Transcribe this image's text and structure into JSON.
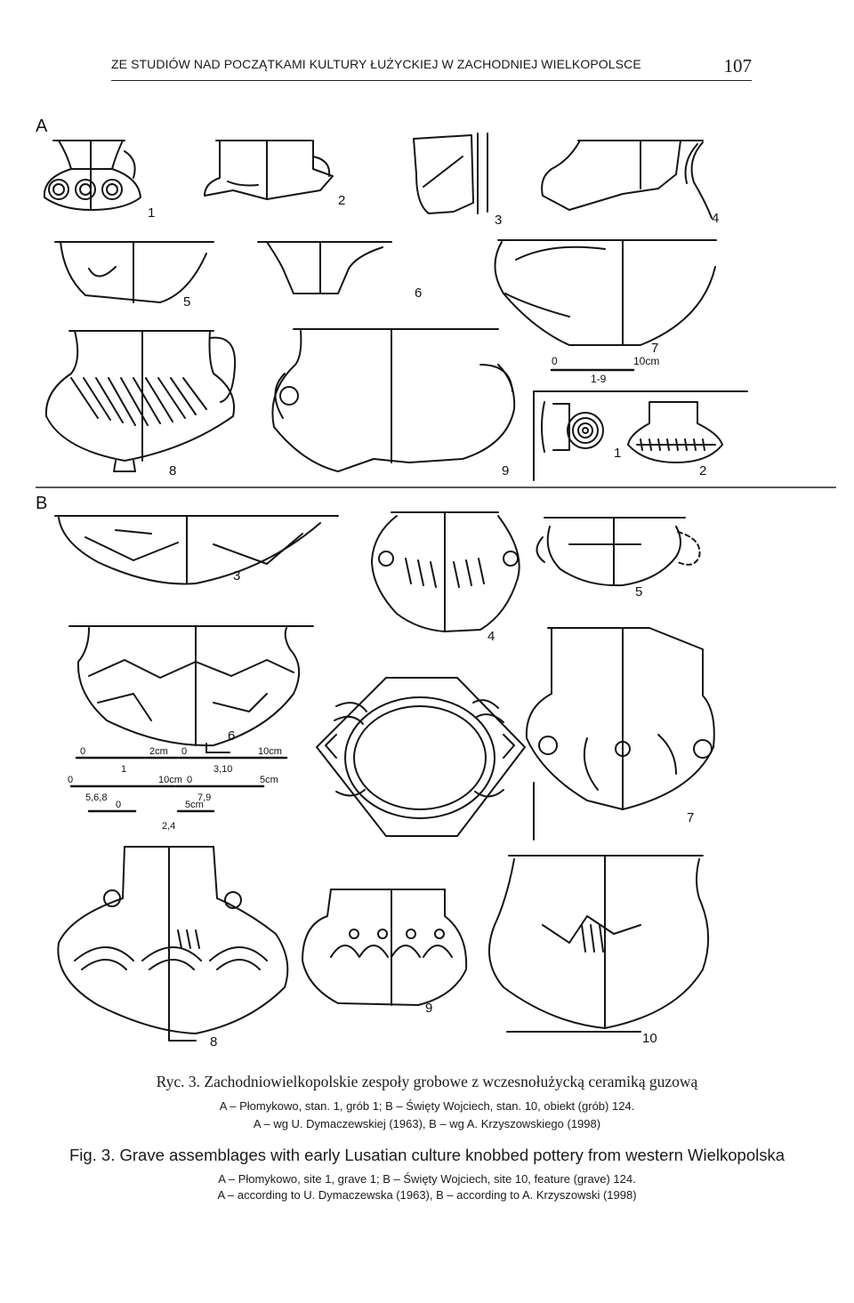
{
  "header": {
    "running_title": "ZE STUDIÓW NAD POCZĄTKAMI KULTURY ŁUŻYCKIEJ W ZACHODNIEJ WIELKOPOLSCE",
    "page_number": "107"
  },
  "figure": {
    "panel_a_label": "A",
    "panel_b_label": "B",
    "panel_a_numbers": [
      "1",
      "2",
      "3",
      "4",
      "5",
      "6",
      "7",
      "8",
      "9"
    ],
    "panel_a_inset_numbers": [
      "1",
      "2"
    ],
    "panel_b_numbers": [
      "3",
      "4",
      "5",
      "6",
      "7",
      "8",
      "9",
      "10"
    ],
    "scale_a": {
      "zero": "0",
      "length": "10cm",
      "applies_to": "1-9"
    },
    "scales_b": [
      {
        "zero": "0",
        "length": "2cm"
      },
      {
        "zero": "0",
        "length": "10cm"
      },
      {
        "items": "1"
      },
      {
        "items": "3,10"
      },
      {
        "zero": "0",
        "length": "10cm"
      },
      {
        "zero": "0",
        "length": "5cm"
      },
      {
        "items": "5,6,8"
      },
      {
        "items": "7,9"
      },
      {
        "zero": "0",
        "length": "5cm"
      },
      {
        "items": "2,4"
      }
    ]
  },
  "caption": {
    "pl_title": "Ryc. 3. Zachodniowielkopolskie zespoły grobowe z wczesnołużycką ceramiką guzową",
    "pl_line1": "A – Płomykowo, stan. 1, grób 1; B – Święty Wojciech, stan. 10, obiekt (grób) 124.",
    "pl_line2": "A – wg U. Dymaczewskiej (1963), B – wg A. Krzyszowskiego (1998)",
    "en_title": "Fig. 3. Grave assemblages with early Lusatian culture knobbed pottery from western Wielkopolska",
    "en_line1": "A – Płomykowo, site 1, grave 1; B – Święty Wojciech, site 10, feature (grave) 124.",
    "en_line2": "A – according to U. Dymaczewska (1963), B – according to A. Krzyszowski (1998)"
  }
}
